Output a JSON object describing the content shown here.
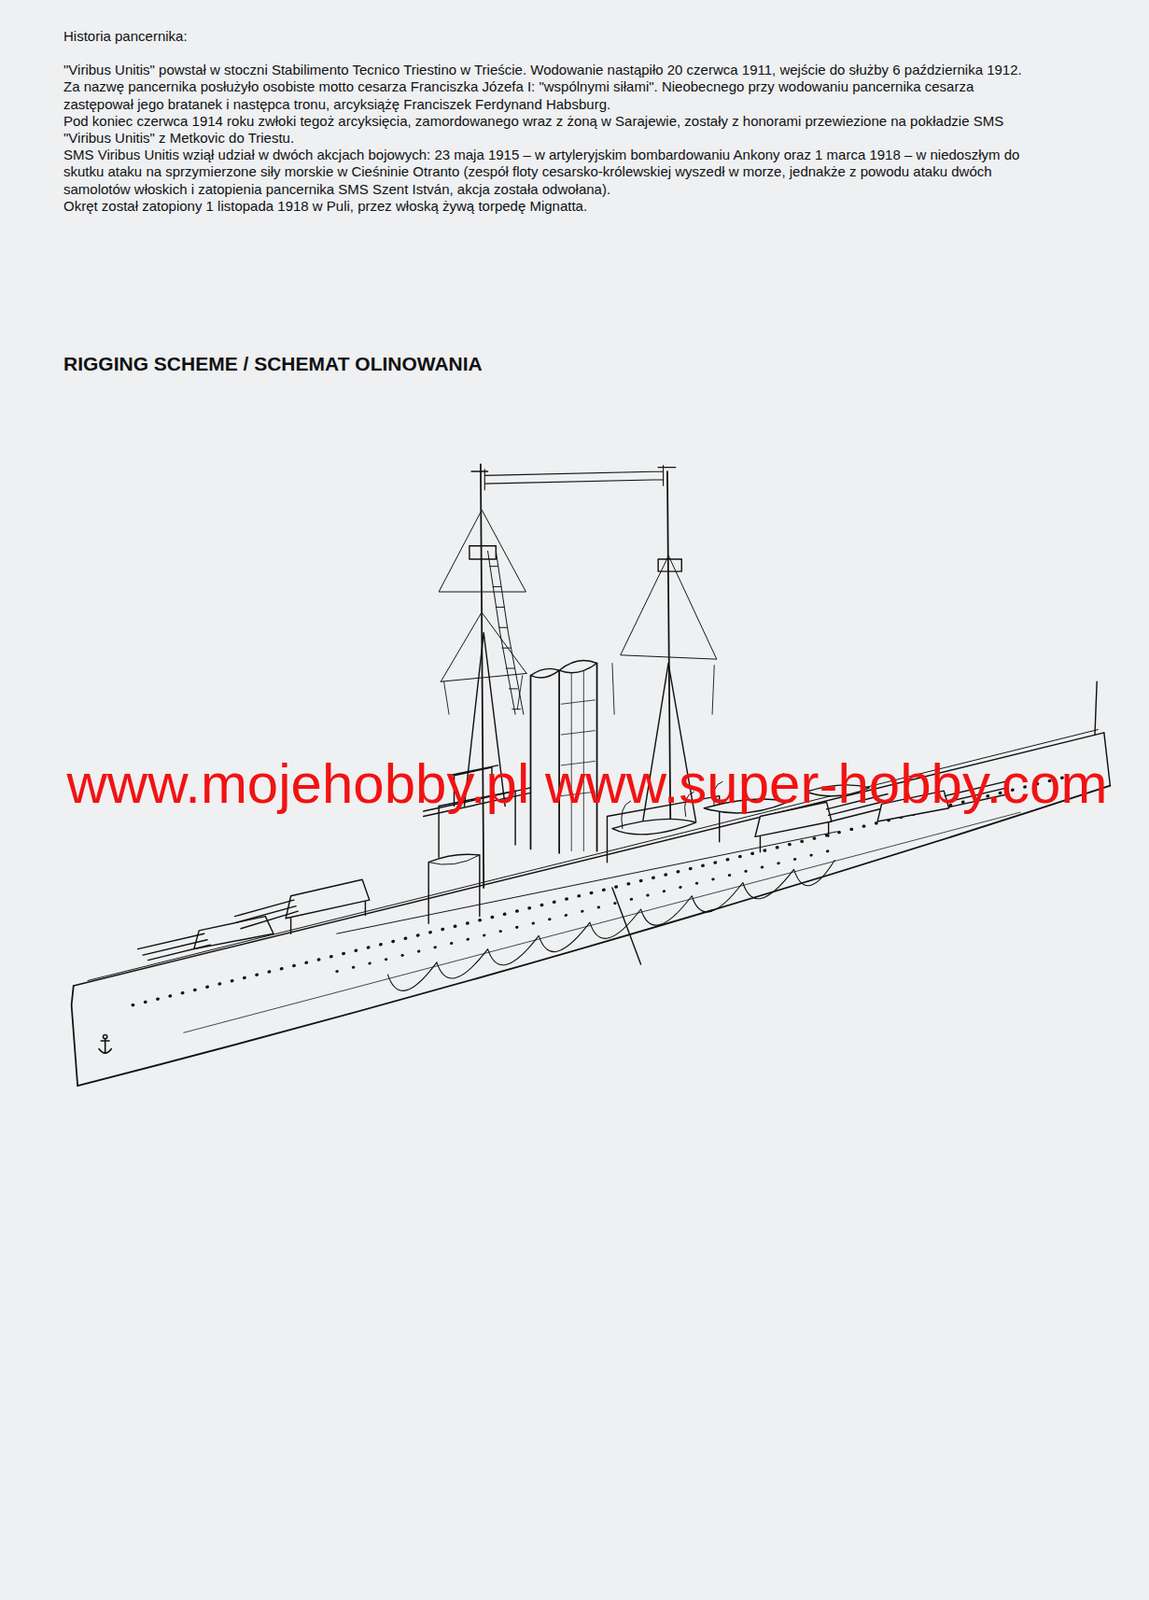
{
  "diagram": {
    "title": "RIGGING SCHEME / SCHEMAT OLINOWANIA",
    "labels": [
      "Historia pancernika:",
      "\"Viribus Unitis\" powstał w stoczni Stabilimento Tecnico Triestino w Trieście. Wodowanie nastąpiło 20 czerwca 1911, wejście do służby 6 października 1912.",
      "Za nazwę pancernika posłużyło osobiste motto cesarza Franciszka Józefa I: \"wspólnymi siłami\". Nieobecnego przy wodowaniu pancernika cesarza zastępował jego bratanek i następca tronu, arcyksiążę Franciszek Ferdynand Habsburg.",
      "Pod koniec czerwca 1914 roku zwłoki tegoż arcyksięcia, zamordowanego wraz z żoną w Sarajewie, zostały z honorami przewiezione na pokładzie SMS \"Viribus Unitis\" z Metkovic do Triestu.",
      "SMS Viribus Unitis wziął udział w dwóch akcjach bojowych: 23 maja 1915 – w artyleryjskim bombardowaniu Ankony oraz 1 marca 1918 – w niedoszłym do skutku ataku na sprzymierzone siły morskie w Cieśninie Otranto (zespół floty cesarsko-królewskiej wyszedł w morze, jednakże z powodu ataku dwóch samolotów włoskich i zatopienia pancernika SMS Szent István, akcja została odwołana).",
      "Okręt został zatopiony 1 listopada 1918 w Puli, przez włoską żywą torpedę Mignatta.",
      "www.mojehobby.pl www.super-hobby.com"
    ]
  }
}
